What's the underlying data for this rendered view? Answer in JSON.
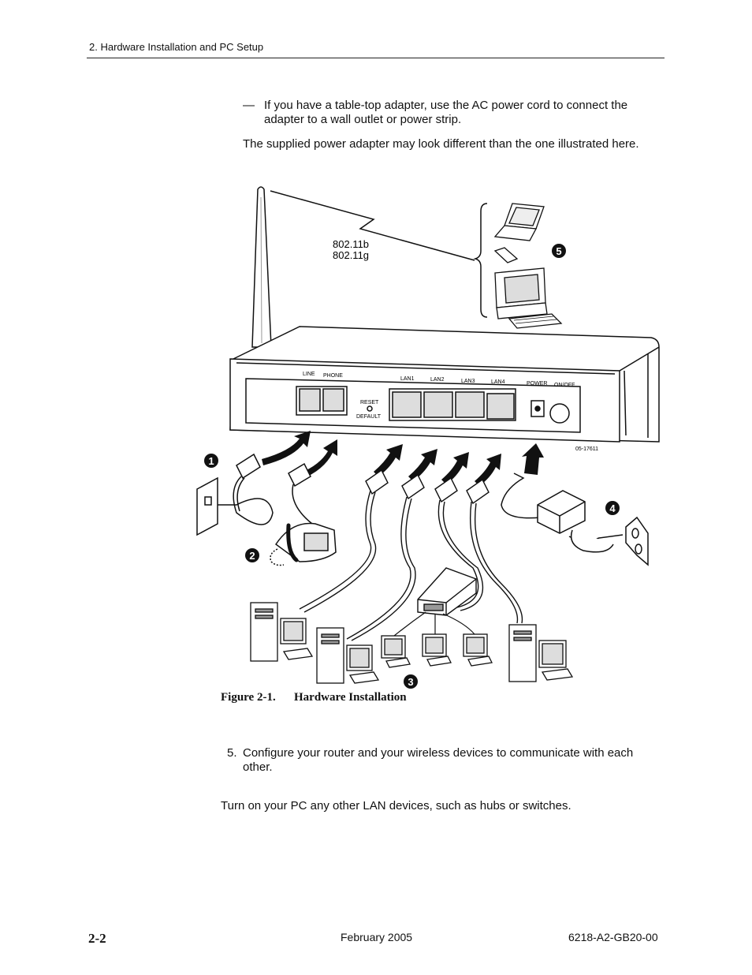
{
  "header": {
    "section": "2. Hardware Installation and PC Setup"
  },
  "bullet": {
    "marker": "—",
    "text": "If you have a table-top adapter, use the AC power cord to connect the adapter to a wall outlet or power strip."
  },
  "para1": "The supplied power adapter may look different than the one illustrated here.",
  "figure": {
    "wireless_std_1": "802.11b",
    "wireless_std_2": "802.11g",
    "port_labels": {
      "line": "LINE",
      "phone": "PHONE",
      "lan1": "LAN1",
      "lan2": "LAN2",
      "lan3": "LAN3",
      "lan4": "LAN4",
      "power": "POWER",
      "onoff": "ON/OFF",
      "reset": "RESET",
      "default": "DEFAULT"
    },
    "figure_id": "05-17611",
    "callouts": [
      "1",
      "2",
      "3",
      "4",
      "5"
    ],
    "caption_label": "Figure 2-1.",
    "caption_title": "Hardware Installation"
  },
  "step5": {
    "number": "5.",
    "text": "Configure your router and your wireless devices to communicate with each other."
  },
  "para2": "Turn on your PC any other LAN devices, such as hubs or switches.",
  "footer": {
    "page": "2-2",
    "date": "February 2005",
    "doc": "6218-A2-GB20-00"
  }
}
